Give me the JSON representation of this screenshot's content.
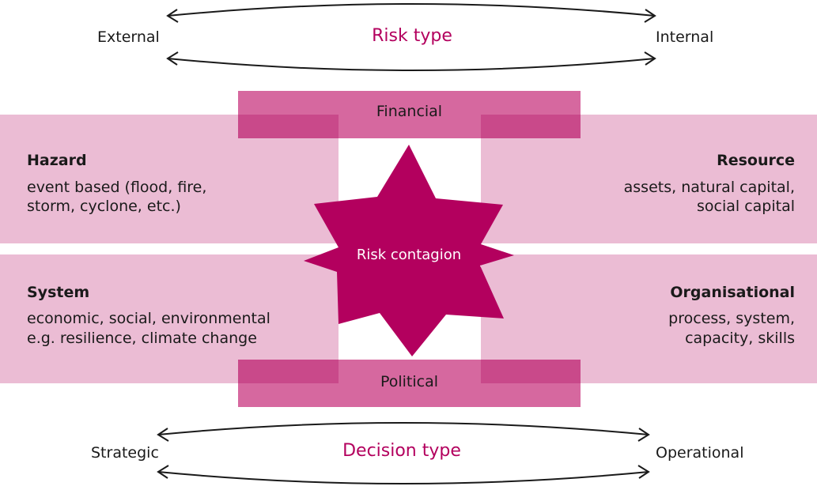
{
  "colors": {
    "accent": "#b3005e",
    "band_light": "#ebbcd4",
    "band_dark": "#d6689f",
    "overlap": "#c9498a"
  },
  "risk_axis": {
    "left": "External",
    "center": "Risk type",
    "right": "Internal"
  },
  "decision_axis": {
    "left": "Strategic",
    "center": "Decision type",
    "right": "Operational"
  },
  "bars": {
    "top": "Financial",
    "bottom": "Political"
  },
  "quadrants": {
    "top_left": {
      "title": "Hazard",
      "line1": "event based (flood, fire,",
      "line2": "storm, cyclone, etc.)"
    },
    "top_right": {
      "title": "Resource",
      "line1": "assets, natural capital,",
      "line2": "social capital"
    },
    "bottom_left": {
      "title": "System",
      "line1": "economic, social, environmental",
      "line2": "e.g. resilience, climate change"
    },
    "bottom_right": {
      "title": "Organisational",
      "line1": "process, system,",
      "line2": "capacity, skills"
    }
  },
  "center": {
    "label": "Risk contagion",
    "icon": "starburst-icon"
  }
}
